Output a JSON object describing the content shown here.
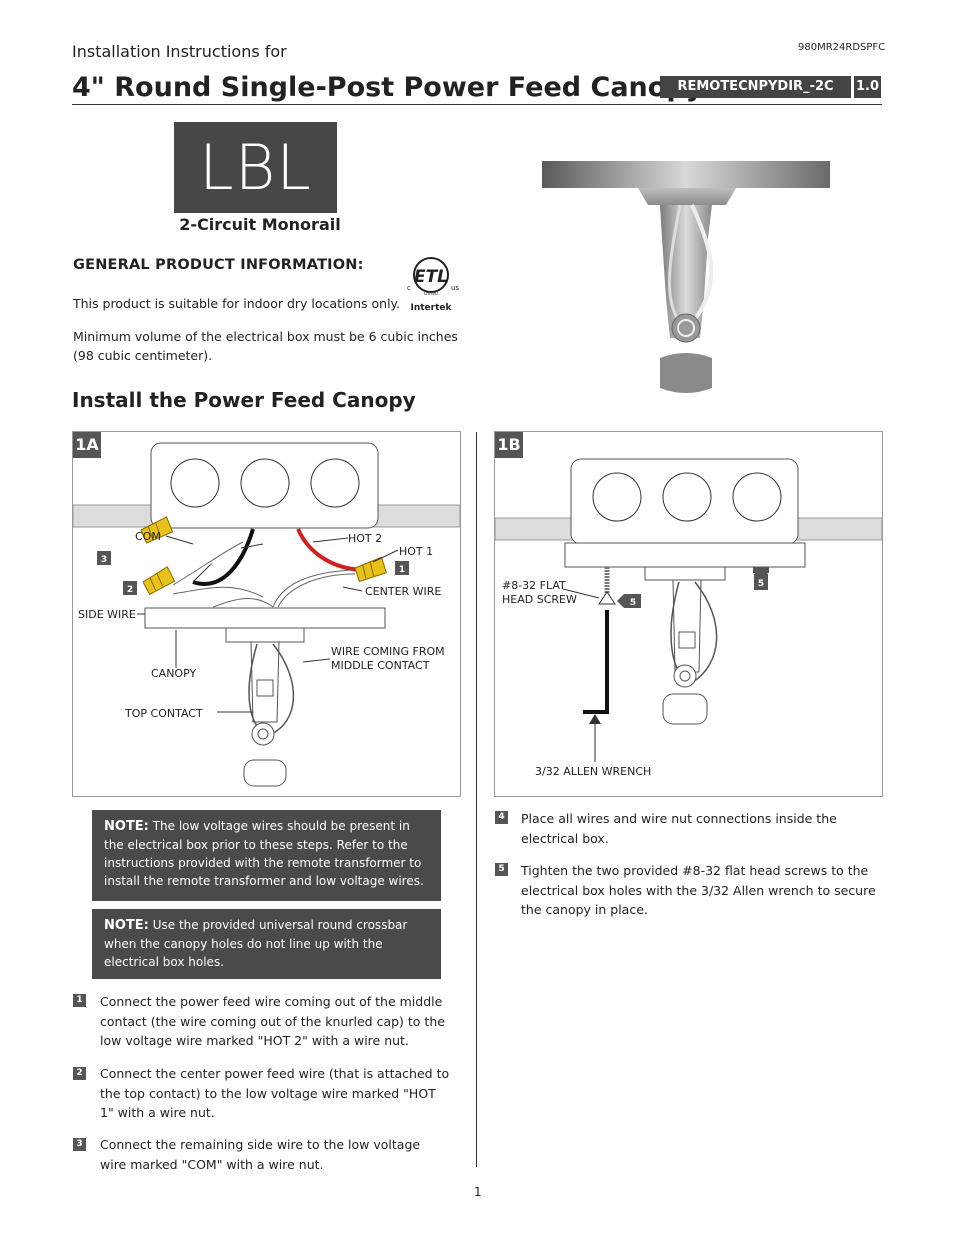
{
  "header": {
    "subtitle": "Installation Instructions for",
    "doc_number": "980MR24RDSPFC",
    "title": "4\" Round Single-Post Power Feed Canopy",
    "model_code": "REMOTECNPYDIR_-2C",
    "version": "1.0"
  },
  "brand": {
    "logo_text": "LBL",
    "subtitle": "2-Circuit Monorail"
  },
  "general": {
    "heading": "GENERAL PRODUCT INFORMATION:",
    "line1": "This product is suitable for indoor dry locations only.",
    "line2": "Minimum volume of the electrical box must be 6 cubic inches (98 cubic centimeter).",
    "cert_mark": "Intertek",
    "cert_c": "c",
    "cert_us": "us",
    "cert_listed": "LISTED"
  },
  "section_title": "Install the Power Feed Canopy",
  "panel_1a": {
    "label": "1A",
    "com": "COM",
    "hot2": "HOT 2",
    "hot1": "HOT 1",
    "center_wire": "CENTER WIRE",
    "side_wire": "SIDE WIRE",
    "canopy": "CANOPY",
    "wire_middle_1": "WIRE COMING FROM",
    "wire_middle_2": "MIDDLE CONTACT",
    "top_contact": "TOP CONTACT",
    "badge_3": "3",
    "badge_2": "2",
    "badge_1": "1"
  },
  "panel_1b": {
    "label": "1B",
    "screw_1": "#8-32 FLAT",
    "screw_2": "HEAD SCREW",
    "wrench": "3/32 ALLEN WRENCH",
    "badge_5a": "5",
    "badge_5b": "5"
  },
  "notes": [
    {
      "label": "NOTE:",
      "text": "The low voltage wires should be present in the electrical box prior to these steps. Refer to the instructions provided with the remote transformer to install the remote transformer and low voltage wires."
    },
    {
      "label": "NOTE:",
      "text": "Use the provided universal round crossbar when the canopy holes do not line up with the electrical box holes."
    }
  ],
  "steps_left": [
    {
      "num": "1",
      "text": "Connect the power feed wire coming out of the middle contact (the wire coming out of the knurled cap) to the low voltage wire marked \"HOT 2\" with a wire nut."
    },
    {
      "num": "2",
      "text": "Connect the center power feed wire (that is attached to the top contact) to the low voltage wire marked \"HOT 1\" with a wire nut."
    },
    {
      "num": "3",
      "text": "Connect the remaining side wire to the low voltage wire marked \"COM\" with a wire nut."
    }
  ],
  "steps_right": [
    {
      "num": "4",
      "text": "Place all wires and wire nut connections inside the electrical box."
    },
    {
      "num": "5",
      "text": "Tighten the two provided #8-32 flat head screws to the electrical box holes with the 3/32 Allen wrench to secure the canopy in place."
    }
  ],
  "page_number": "1",
  "colors": {
    "dark_gray": "#474747",
    "hot_wire": "#d21f1f",
    "wire_nut": "#e8c21a"
  }
}
